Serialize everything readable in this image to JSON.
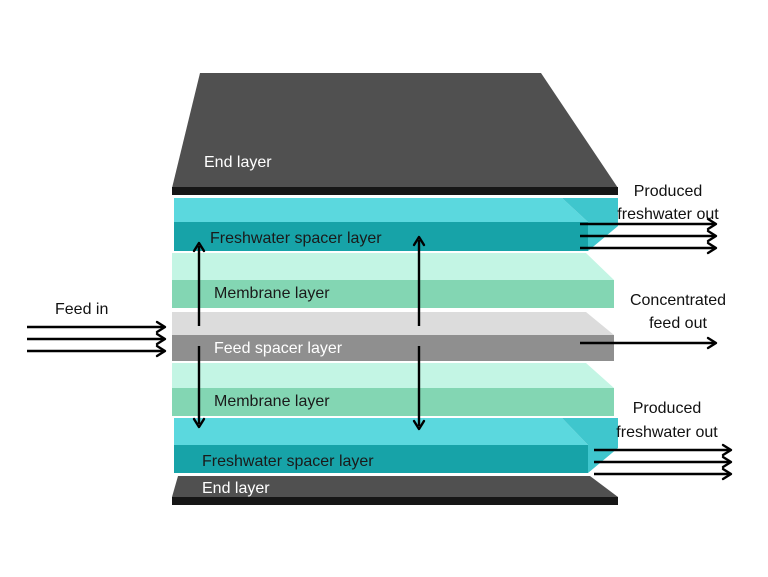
{
  "layers": {
    "end_top": "End layer",
    "freshwater_top": "Freshwater spacer layer",
    "membrane_top": "Membrane layer",
    "feed_spacer": "Feed spacer layer",
    "membrane_bottom": "Membrane layer",
    "freshwater_bottom": "Freshwater spacer layer",
    "end_bottom": "End layer"
  },
  "flows": {
    "feed_in": "Feed in",
    "freshwater_out_top": [
      "Produced",
      "freshwater out"
    ],
    "concentrate_out": [
      "Concentrated",
      "feed out"
    ],
    "freshwater_out_bottom": [
      "Produced",
      "freshwater out"
    ]
  },
  "colors": {
    "end_layer": "#505050",
    "end_layer_edge": "#161616",
    "freshwater_top_face": "#5bd8de",
    "freshwater_front": "#17a3a8",
    "membrane_top_face": "#c3f5e4",
    "membrane_front": "#83d6b3",
    "feed_top_face": "#dcdcdc",
    "feed_front": "#8f8f8f"
  }
}
